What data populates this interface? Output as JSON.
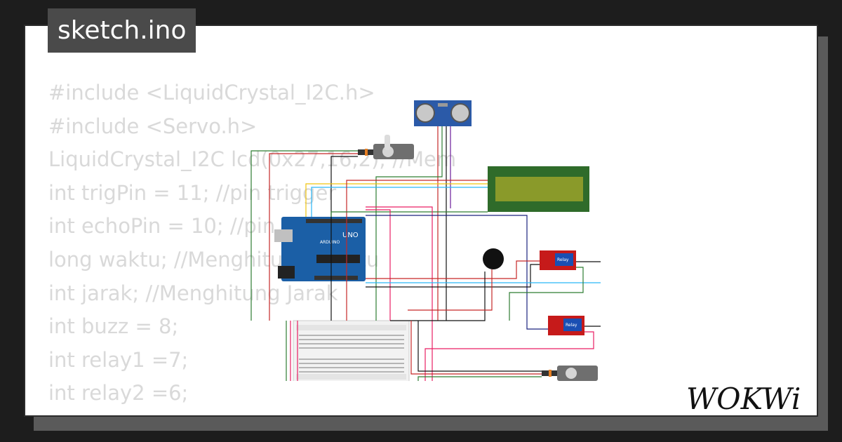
{
  "title": "sketch.ino",
  "code_lines": [
    "#include <LiquidCrystal_I2C.h>",
    "#include <Servo.h>",
    "LiquidCrystal_I2C lcd(0x27,16,2); //Mem",
    "int trigPin = 11; //pin trigger",
    "int echoPin = 10; //pin echo",
    "long waktu; //Menghitung Waktu",
    "int jarak; //Menghitung Jarak",
    "int buzz = 8;",
    "int relay1 =7;",
    "int relay2 =6;"
  ],
  "diagram": {
    "arduino_label": "UNO",
    "arduino_brand": "ARDUINO",
    "relay1_label": "Relay",
    "relay2_label": "Relay"
  },
  "logo_text": "WOKWi",
  "colors": {
    "background": "#1d1d1d",
    "card": "#ffffff",
    "title_bg": "#4a4a4a",
    "code_text": "#d9d9d9",
    "arduino": "#1b5fa6",
    "lcd": "#2f6b2a",
    "relay": "#c61a1a"
  }
}
